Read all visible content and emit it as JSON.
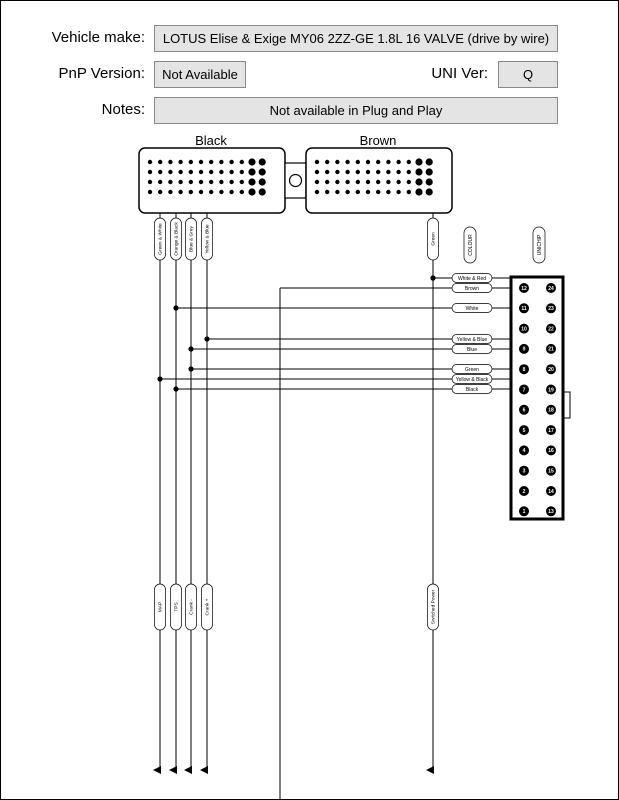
{
  "header": {
    "vehicle_make_label": "Vehicle make:",
    "vehicle_make_value": "LOTUS Elise & Exige MY06  2ZZ-GE 1.8L 16 VALVE (drive by wire)",
    "pnp_label": "PnP Version:",
    "pnp_value": "Not Available",
    "uni_label": "UNI Ver:",
    "uni_value": "Q",
    "notes_label": "Notes:",
    "notes_value": "Not available in Plug and Play"
  },
  "connectors": {
    "black_label": "Black",
    "brown_label": "Brown"
  },
  "column_headers": {
    "colour": "COLOUR",
    "unichip": "UNICHIP"
  },
  "ecu_wires": [
    {
      "colour": "Green & White",
      "signal": "MAP"
    },
    {
      "colour": "Orange & Black",
      "signal": "TPS"
    },
    {
      "colour": "Blue & Grey",
      "signal": "Crank -"
    },
    {
      "colour": "Yellow & Blue",
      "signal": "Crank +"
    },
    {
      "colour": "Green",
      "signal": "Switched Power"
    }
  ],
  "harness_labels": [
    "White & Red",
    "Brown",
    "White",
    "Yellow & Blue",
    "Blue",
    "Green",
    "Yellow & Black",
    "Black"
  ],
  "pins_left": [
    "12",
    "11",
    "10",
    "9",
    "8",
    "7",
    "6",
    "5",
    "4",
    "3",
    "2",
    "1"
  ],
  "pins_right": [
    "24",
    "23",
    "22",
    "21",
    "20",
    "19",
    "18",
    "17",
    "16",
    "15",
    "14",
    "13"
  ]
}
